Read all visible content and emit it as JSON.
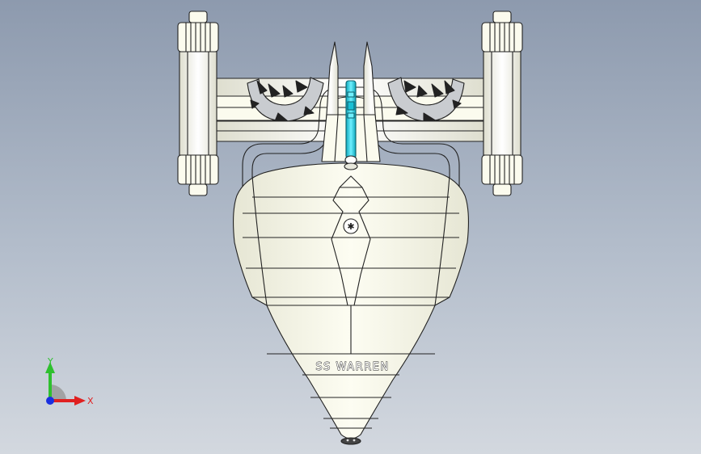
{
  "model": {
    "hull_label": "SS WARREN"
  },
  "triad": {
    "y_label": "Y",
    "x_label": "X",
    "y_color": "#2ec02e",
    "x_color": "#e02020",
    "z_color": "#1a2fe0"
  },
  "colors": {
    "body_fill": "#fbfbee",
    "outline": "#222222",
    "accent_cyan": "#22d4e6",
    "background_top": "#8d9aae",
    "background_bottom": "#d3d8df"
  },
  "icons": [
    "coordinate-triad-icon"
  ]
}
